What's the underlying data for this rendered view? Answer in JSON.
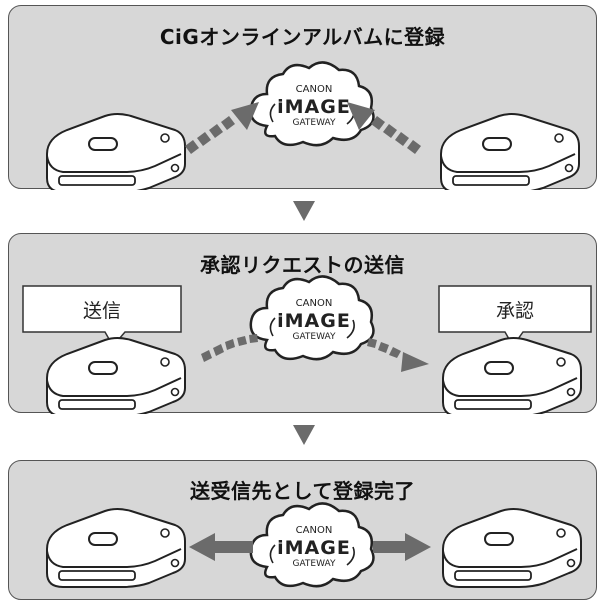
{
  "steps": [
    {
      "title": "CiGオンラインアルバムに登録"
    },
    {
      "title": "承認リクエストの送信",
      "left_bubble": "送信",
      "right_bubble": "承認"
    },
    {
      "title": "送受信先として登録完了"
    }
  ],
  "cloud": {
    "line1": "CANON",
    "line2": "iMAGE",
    "line3": "GATEWAY"
  },
  "colors": {
    "panel_bg": "#d7d7d7",
    "arrow": "#6b6b6b",
    "outline": "#333333"
  }
}
